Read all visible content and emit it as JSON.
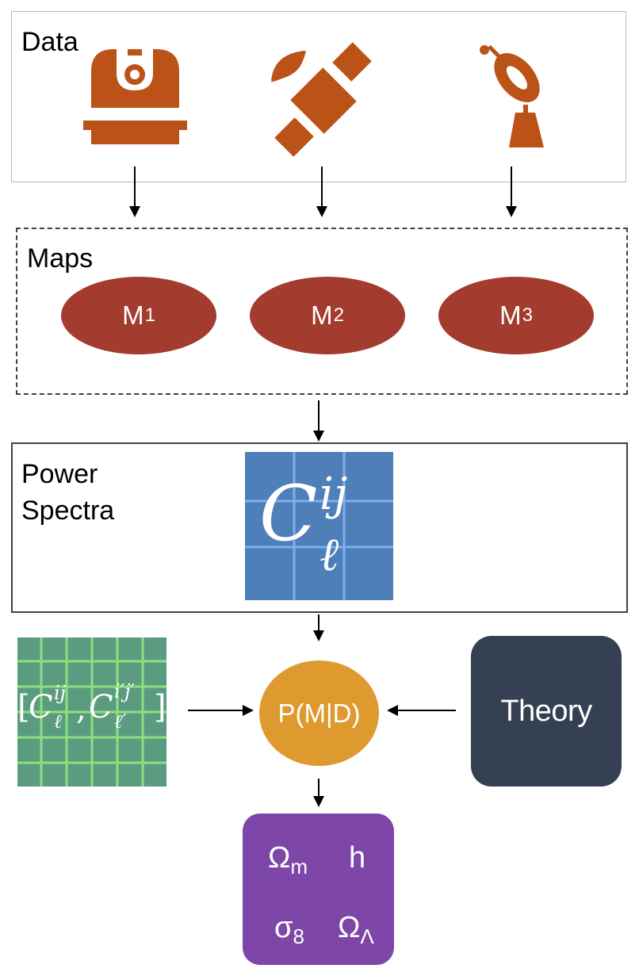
{
  "sections": {
    "data_label": "Data",
    "maps_label": "Maps",
    "spectra_label_line1": "Power",
    "spectra_label_line2": "Spectra"
  },
  "icons": [
    "observatory-icon",
    "satellite-icon",
    "radio-telescope-icon"
  ],
  "maps": [
    {
      "base": "M",
      "sub": "1"
    },
    {
      "base": "M",
      "sub": "2"
    },
    {
      "base": "M",
      "sub": "3"
    }
  ],
  "power_spectrum": {
    "symbol": "C",
    "sup": "ij",
    "sub": "ℓ"
  },
  "covariance": {
    "open": "[",
    "c1": "C",
    "c1_sup": "ij",
    "c1_sub": "ℓ",
    "comma": ",",
    "c2": "C",
    "c2_sup": "i′j′",
    "c2_sub": "ℓ′",
    "close": "]"
  },
  "posterior_label": "P(M|D)",
  "theory_label": "Theory",
  "parameters": [
    {
      "base": "Ω",
      "sub": "m"
    },
    {
      "base": "h",
      "sub": ""
    },
    {
      "base": "σ",
      "sub": "8"
    },
    {
      "base": "Ω",
      "sub": "Λ"
    }
  ],
  "colors": {
    "icon": "#bb5217",
    "maps": "#a33b2e",
    "power_spectrum": "#4f7fb9",
    "covariance": "#5b9c80",
    "posterior": "#df9a2f",
    "theory": "#354052",
    "parameters": "#7e46a8"
  }
}
